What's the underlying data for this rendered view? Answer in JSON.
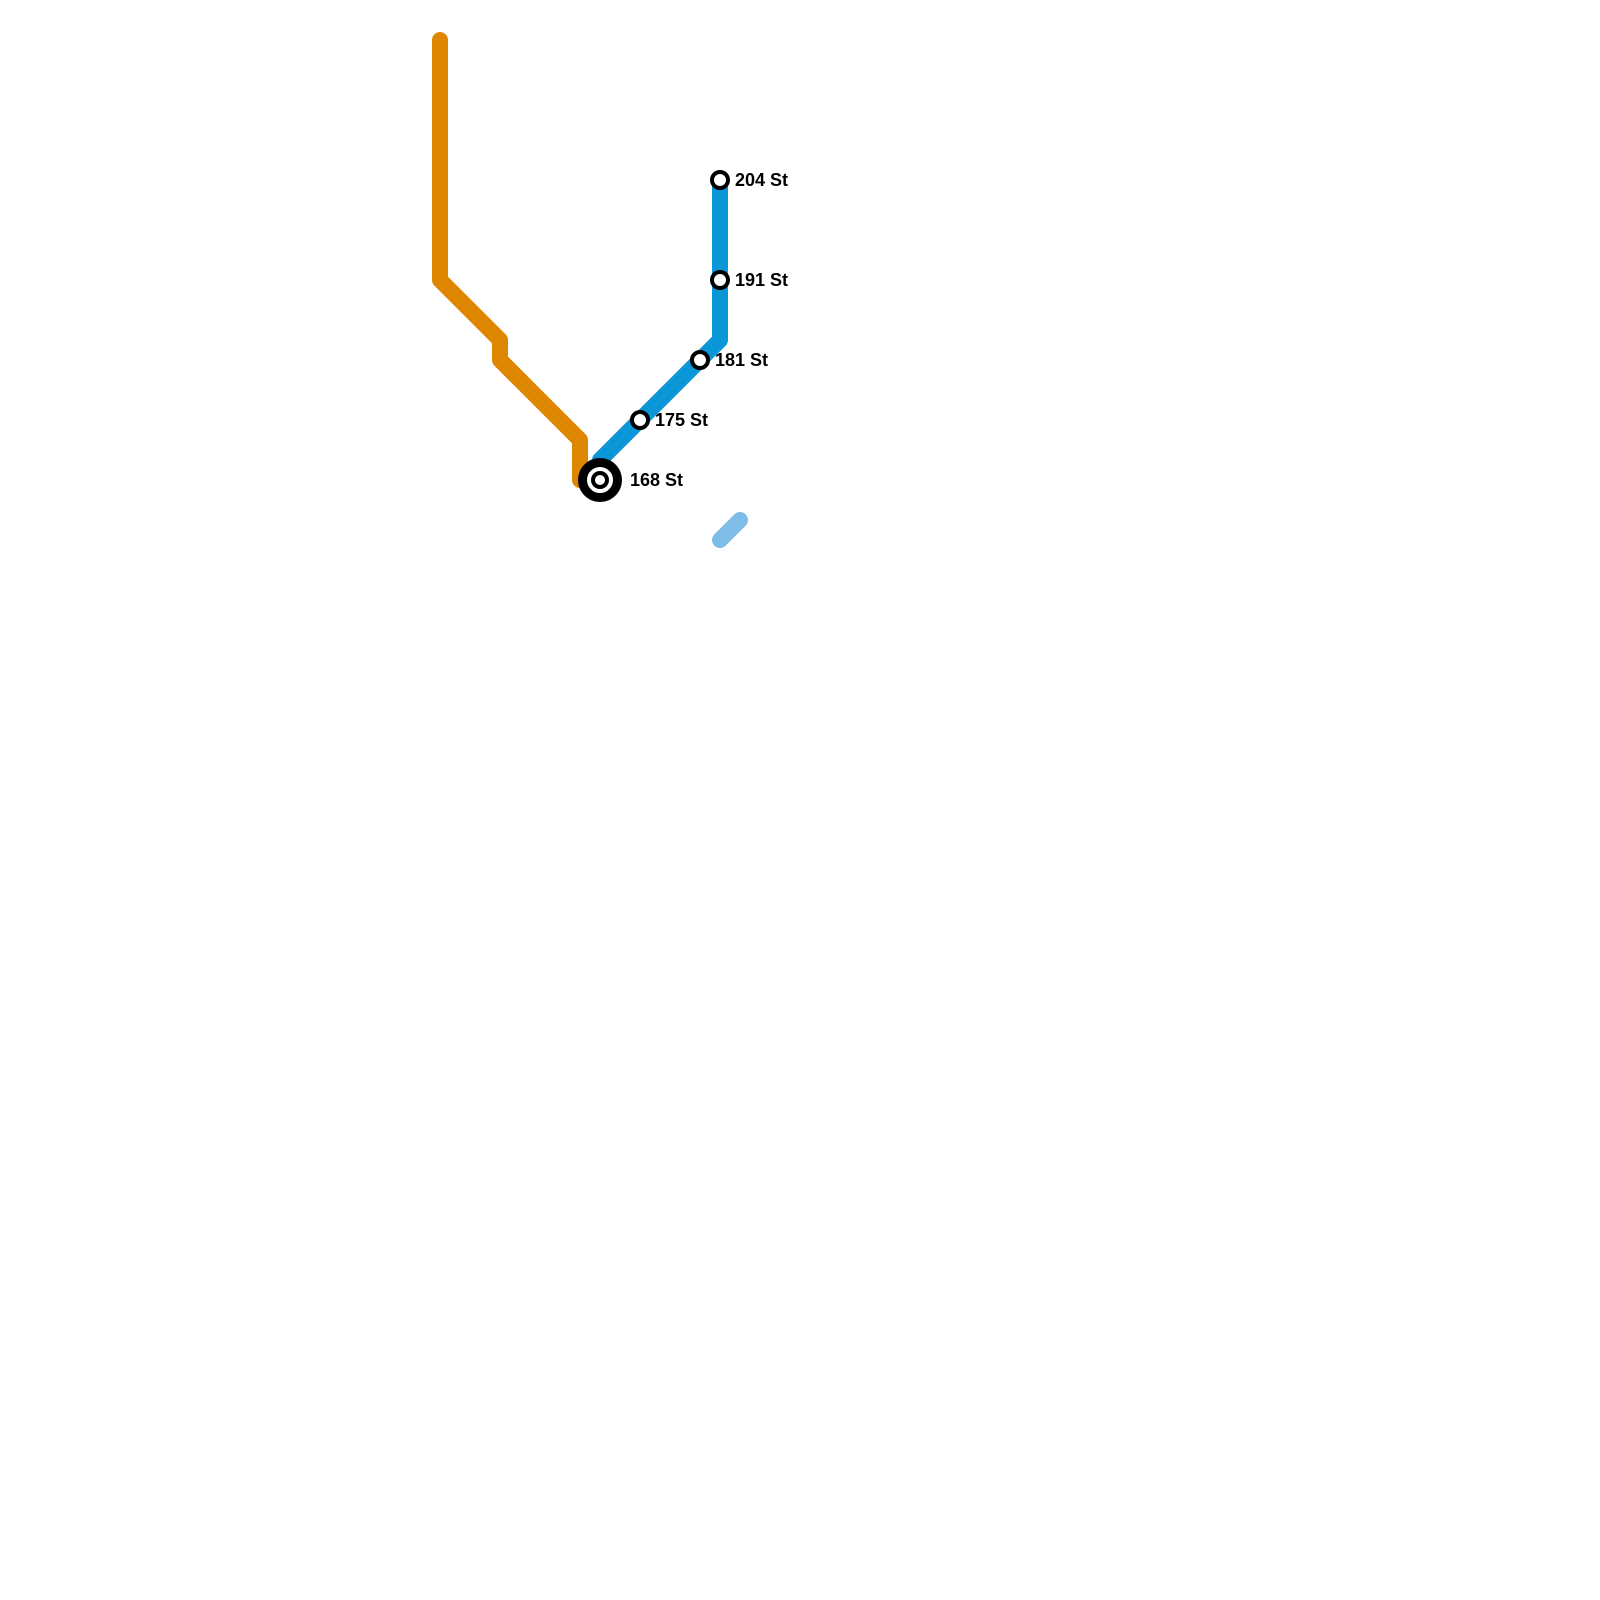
{
  "lines": [
    {
      "name": "orange-line",
      "color": "#df8600"
    },
    {
      "name": "blue-line",
      "color": "#0b97d7"
    },
    {
      "name": "light-blue-line",
      "color": "#7dbde8"
    }
  ],
  "stations": [
    {
      "id": "204-st",
      "label": "204 St",
      "type": "stop"
    },
    {
      "id": "191-st",
      "label": "191 St",
      "type": "stop"
    },
    {
      "id": "181-st",
      "label": "181 St",
      "type": "stop"
    },
    {
      "id": "175-st",
      "label": "175 St",
      "type": "stop"
    },
    {
      "id": "168-st",
      "label": "168 St",
      "type": "interchange"
    }
  ]
}
